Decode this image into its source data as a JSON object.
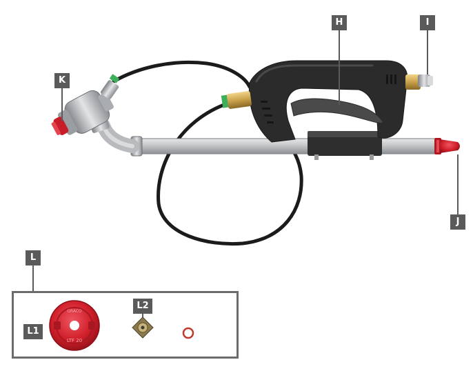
{
  "labels": {
    "h": "H",
    "i": "I",
    "j": "J",
    "k": "K",
    "l": "L",
    "l1": "L1",
    "l2": "L2"
  },
  "parts": {
    "nozzle_cap_text": "GRACO",
    "nozzle_size_text": "LTF 20"
  },
  "colors": {
    "label_bg": "#5a5a5a",
    "label_text": "#ffffff",
    "hose": "#1b1b1b",
    "grip": "#2b2b2b",
    "tube": "#c4c6c8",
    "brass": "#c9a14a",
    "red_cap": "#d01f2a",
    "kit_border": "#6b6b6b"
  }
}
